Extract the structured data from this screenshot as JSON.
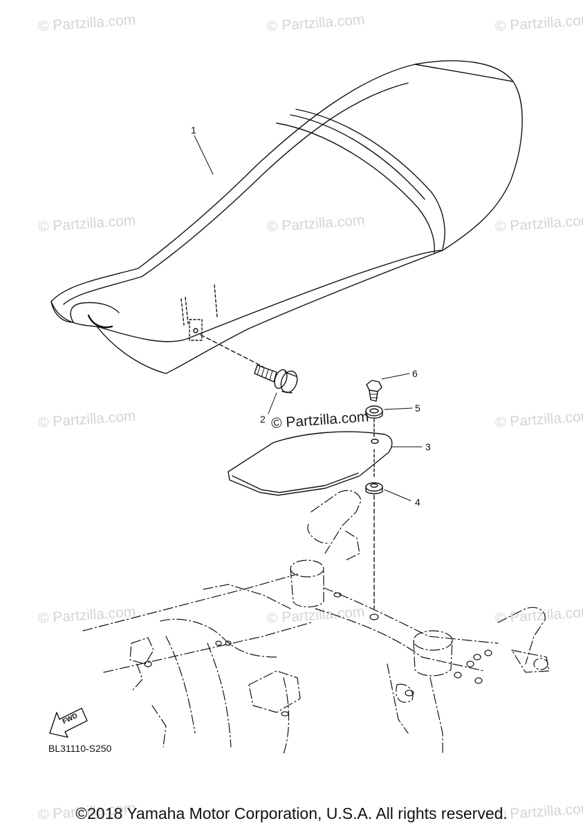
{
  "watermark": "© Partzilla.com",
  "center_watermark": "© Partzilla.com",
  "callouts": [
    "1",
    "2",
    "3",
    "4",
    "5",
    "6"
  ],
  "fwd_label": "FWD",
  "diagram_code": "BL31110-S250",
  "copyright": "©2018 Yamaha Motor Corporation, U.S.A. All rights reserved."
}
